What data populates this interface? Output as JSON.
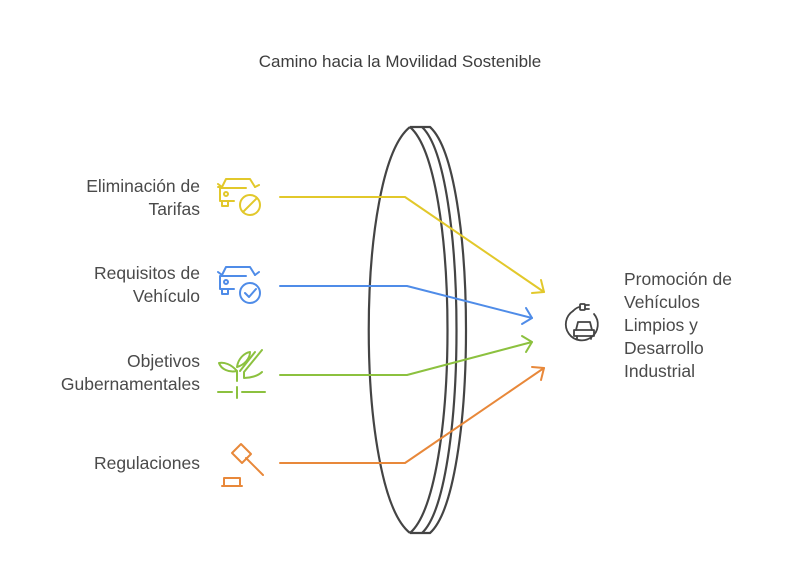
{
  "title": "Camino hacia la Movilidad Sostenible",
  "inputs": [
    {
      "id": "tarifas",
      "line1": "Eliminación de",
      "line2": "Tarifas",
      "icon": "car-prohibited-icon",
      "color": "#e2c82b"
    },
    {
      "id": "requisitos",
      "line1": "Requisitos de",
      "line2": "Vehículo",
      "icon": "car-check-icon",
      "color": "#4f8ce8"
    },
    {
      "id": "objetivos",
      "line1": "Objetivos",
      "line2": "Gubernamentales",
      "icon": "plant-hand-icon",
      "color": "#8cc13f"
    },
    {
      "id": "regulaciones",
      "line1": "Regulaciones",
      "line2": "",
      "icon": "gavel-icon",
      "color": "#e8883a"
    }
  ],
  "output": {
    "lines": [
      "Promoción de",
      "Vehículos",
      "Limpios y",
      "Desarrollo",
      "Industrial"
    ],
    "icon": "electric-car-plug-icon",
    "color": "#444444"
  },
  "lens_color": "#444444"
}
